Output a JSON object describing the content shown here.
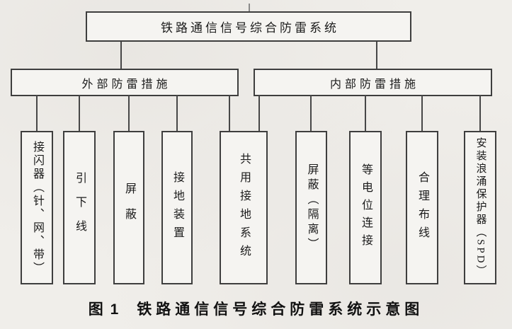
{
  "figure": {
    "root": "铁路通信信号综合防雷系统",
    "branches": [
      {
        "label": "外部防雷措施",
        "children": [
          "接闪器（针、网、带）",
          "引下线",
          "屏蔽",
          "接地装置",
          "共用接地系统"
        ]
      },
      {
        "label": "内部防雷措施",
        "children": [
          "共用接地系统",
          "屏蔽（隔离）",
          "等电位连接",
          "合理布线",
          "安装浪涌保护器（SPD）"
        ]
      }
    ],
    "shared_leaf": "共用接地系统",
    "caption": {
      "number": "图 1",
      "title": "铁路通信信号综合防雷系统示意图"
    },
    "colors": {
      "paper": "#f0eeea",
      "line": "#474747",
      "text": "#1b1b1b"
    }
  }
}
